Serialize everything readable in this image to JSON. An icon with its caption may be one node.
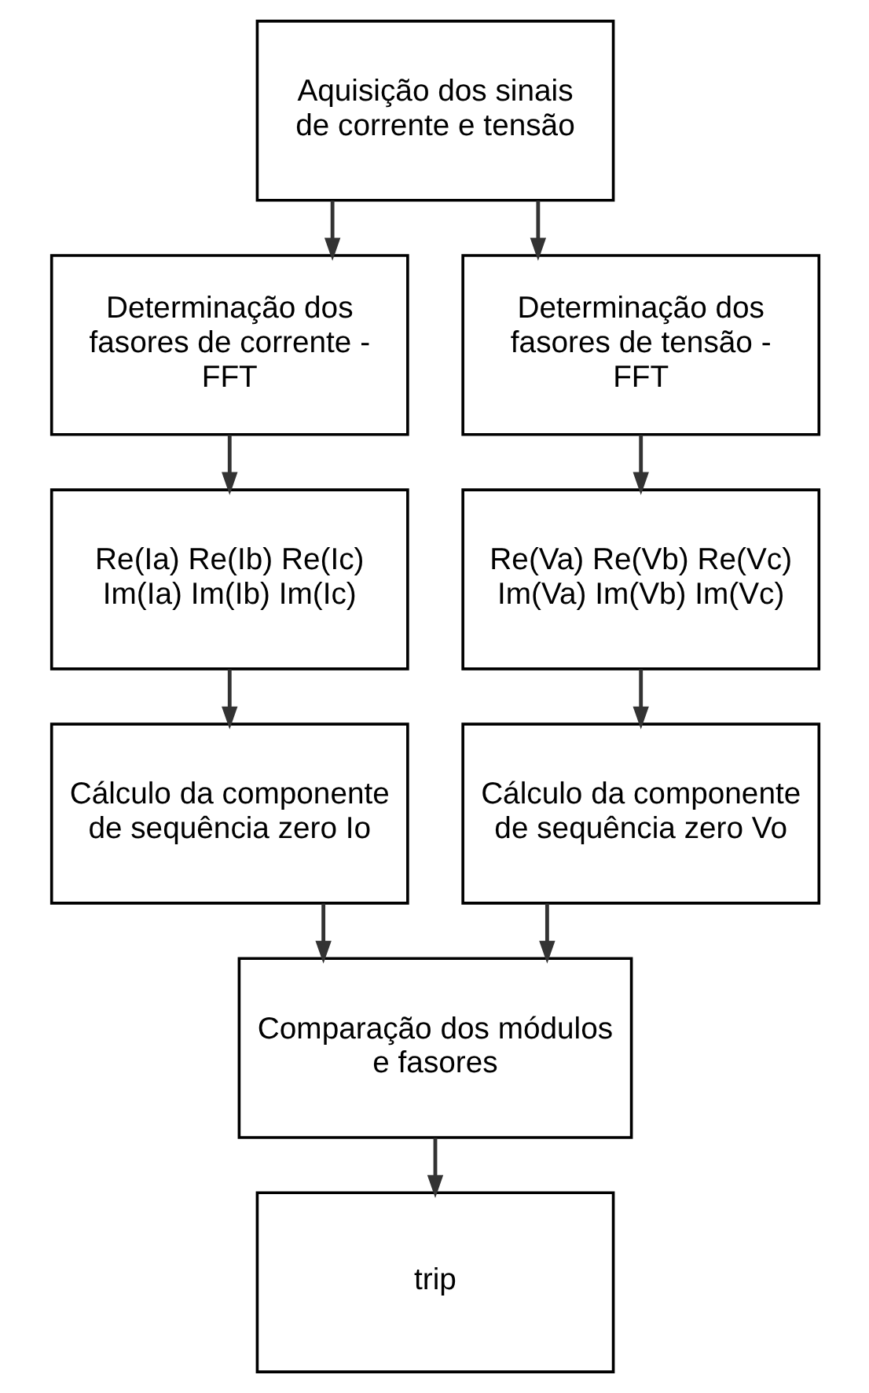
{
  "diagram": {
    "nodes": [
      {
        "text": [
          "Aquisição dos sinais de corrente e tensão"
        ]
      },
      {
        "text": [
          "Determinação dos fasores de corrente - FFT"
        ]
      },
      {
        "text": [
          "Determinação dos fasores de tensão - FFT"
        ]
      },
      {
        "text": [
          "Re(Ia) Re(Ib) Re(Ic) Im(Ia) Im(Ib) Im(Ic)"
        ]
      },
      {
        "text": [
          "Re(Va) Re(Vb) Re(Vc) Im(Va) Im(Vb) Im(Vc)"
        ]
      },
      {
        "text": [
          "Cálculo da componente de sequência zero Io"
        ]
      },
      {
        "text": [
          "Cálculo da componente de sequência zero Vo"
        ]
      },
      {
        "text": [
          "Comparação dos módulos e fasores"
        ]
      },
      {
        "text": [
          "trip"
        ]
      }
    ],
    "edges": [
      {
        "from": 0,
        "to": 1,
        "arrow": "to"
      },
      {
        "from": 0,
        "to": 2,
        "arrow": "to"
      },
      {
        "from": 1,
        "to": 3,
        "arrow": "to"
      },
      {
        "from": 2,
        "to": 4,
        "arrow": "to"
      },
      {
        "from": 3,
        "to": 5,
        "arrow": "to"
      },
      {
        "from": 4,
        "to": 6,
        "arrow": "to"
      },
      {
        "from": 5,
        "to": 7,
        "arrow": "to"
      },
      {
        "from": 6,
        "to": 7,
        "arrow": "to"
      },
      {
        "from": 7,
        "to": 8,
        "arrow": "to"
      }
    ]
  }
}
